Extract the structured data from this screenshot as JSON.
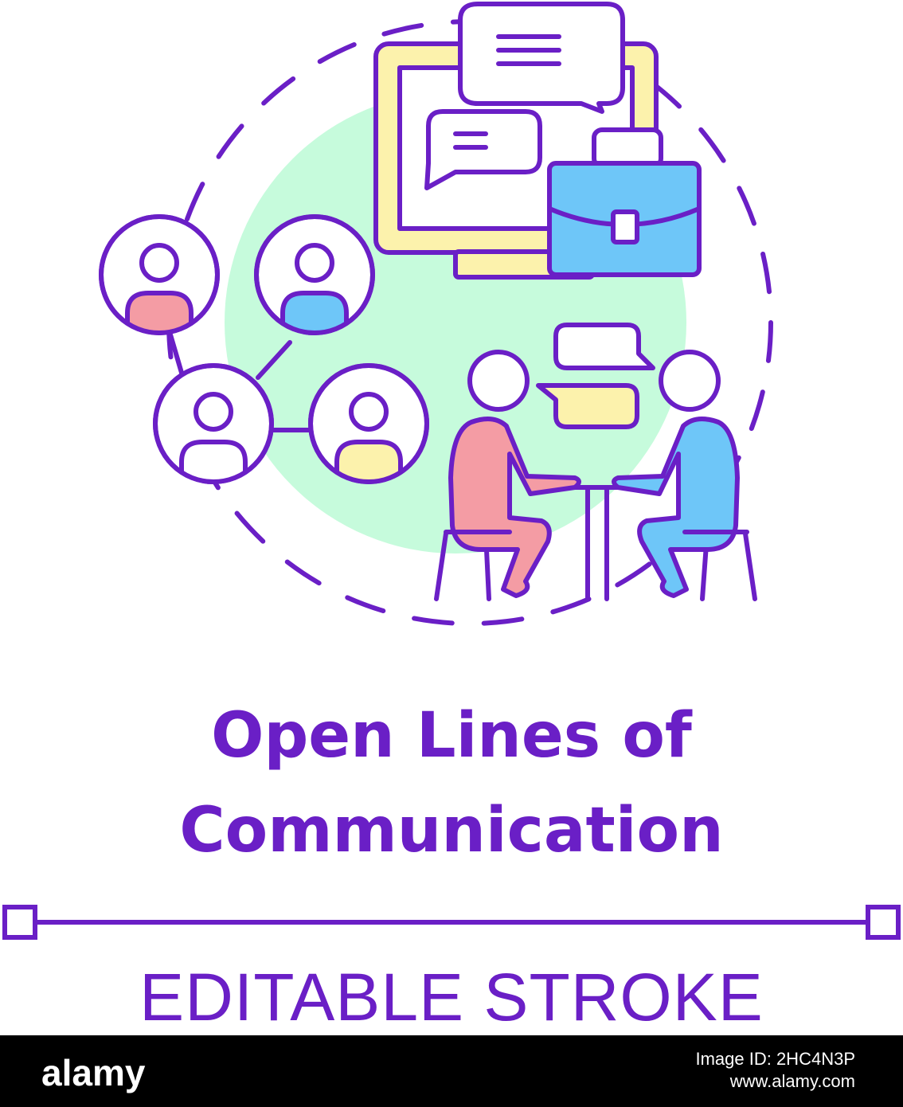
{
  "title": {
    "line1": "Open Lines of",
    "line2": "Communication"
  },
  "subtitle": "EDITABLE STROKE",
  "footer": {
    "logo": "alamy",
    "image_id": "Image ID: 2HC4N3P",
    "site": "www.alamy.com"
  },
  "colors": {
    "stroke": "#6a1fc6",
    "mint": "#c6fbdc",
    "pink": "#f49ca4",
    "blue": "#6ec6f8",
    "yellow": "#fcf2ac",
    "white": "#ffffff"
  },
  "icons": [
    "monitor-icon",
    "speech-bubble-icon",
    "briefcase-icon",
    "person-icon",
    "network-icon",
    "meeting-table-icon"
  ]
}
